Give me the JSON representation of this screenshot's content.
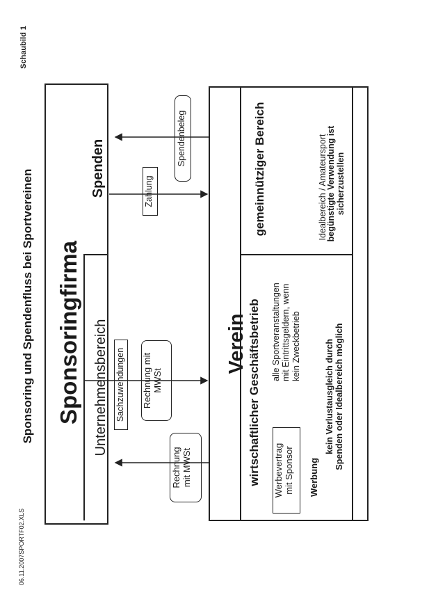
{
  "header": {
    "title": "Sponsoring und Spendenfluss bei Sportvereinen",
    "figure_label": "Schaubild 1"
  },
  "footer": {
    "file_ref": "06.11.2007SPORTF02.XLS"
  },
  "sponsor": {
    "title": "Sponsoringfirma",
    "unternehmensbereich": "Unternehmensbereich",
    "sachzuwendungen": "Sachzuwendungen",
    "spenden": "Spenden"
  },
  "flows": {
    "rechnung_mwst_upper": [
      "Rechnung mit",
      "MWSt"
    ],
    "rechnung_mwst_lower": [
      "Rechnung",
      "mit MWSt"
    ],
    "zahlung": "Zahlung",
    "spendenbeleg": "Spendenbeleg"
  },
  "verein": {
    "title": "Verein",
    "wirtschaftlich": {
      "heading": "wirtschaftlicher Geschäftsbetrieb",
      "detail": [
        "alle Sportveranstaltungen",
        "mit Eintrittsgeldern, wenn",
        "kein Zweckbetrieb"
      ],
      "werbevertrag": [
        "Werbevertrag",
        "mit Sponsor"
      ],
      "werbung": "Werbung",
      "verlust": [
        "kein Verlustausgleich durch",
        "Spenden oder Idealbereich möglich"
      ]
    },
    "gemeinnuetzig": {
      "heading": "gemeinnütziger Bereich",
      "ideal": "Idealbereich / Amateursport",
      "beguenstigt": [
        "begünstigte Verwendung ist",
        "sicherzustellen"
      ]
    }
  }
}
